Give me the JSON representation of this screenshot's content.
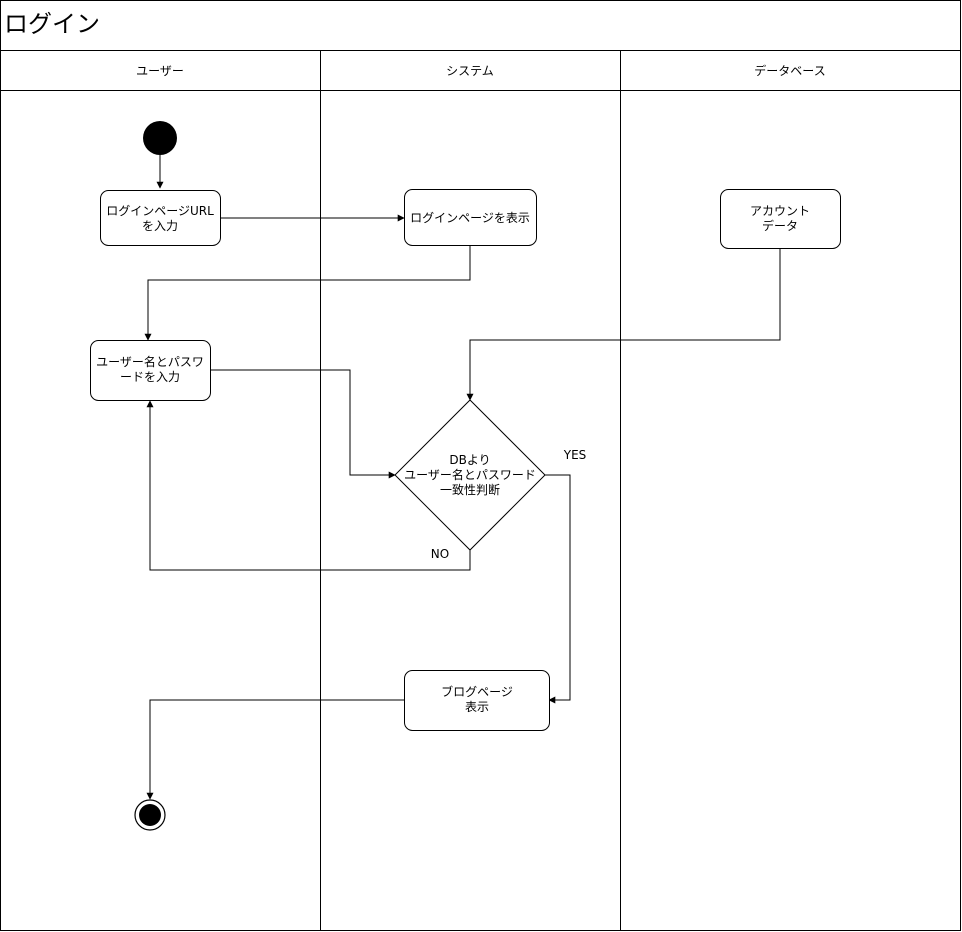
{
  "title": "ログイン",
  "lanes": {
    "user": "ユーザー",
    "system": "システム",
    "database": "データベース"
  },
  "nodes": {
    "enter_url": [
      "ログインページURL",
      "を入力"
    ],
    "show_login": [
      "ログインページを表示"
    ],
    "account_data": [
      "アカウント",
      "データ"
    ],
    "enter_credentials": [
      "ユーザー名とパスワ",
      "ードを入力"
    ],
    "decision": [
      "DBより",
      "ユーザー名とパスワード",
      "一致性判断"
    ],
    "blog_page": [
      "ブログページ",
      "表示"
    ]
  },
  "edge_labels": {
    "yes": "YES",
    "no": "NO"
  }
}
